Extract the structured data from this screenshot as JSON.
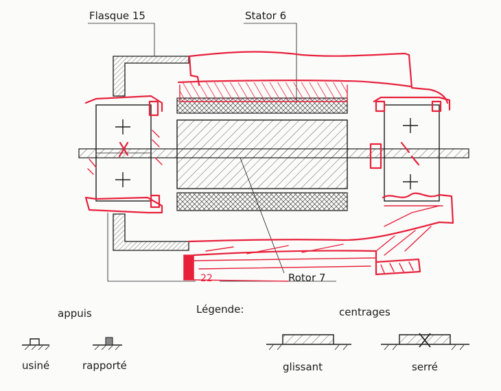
{
  "labels": {
    "flasque": "Flasque 15",
    "stator": "Stator 6",
    "rotor": "Rotor 7",
    "legende": "Légende:",
    "appuis": "appuis",
    "centrages": "centrages",
    "usine": "usiné",
    "rapporte": "rapporté",
    "glissant": "glissant",
    "serre": "serré",
    "handwritten_22": "22"
  },
  "colors": {
    "ink": "#1a1a1a",
    "red_annotation": "#e8203a",
    "paper": "#fbfbfa"
  }
}
